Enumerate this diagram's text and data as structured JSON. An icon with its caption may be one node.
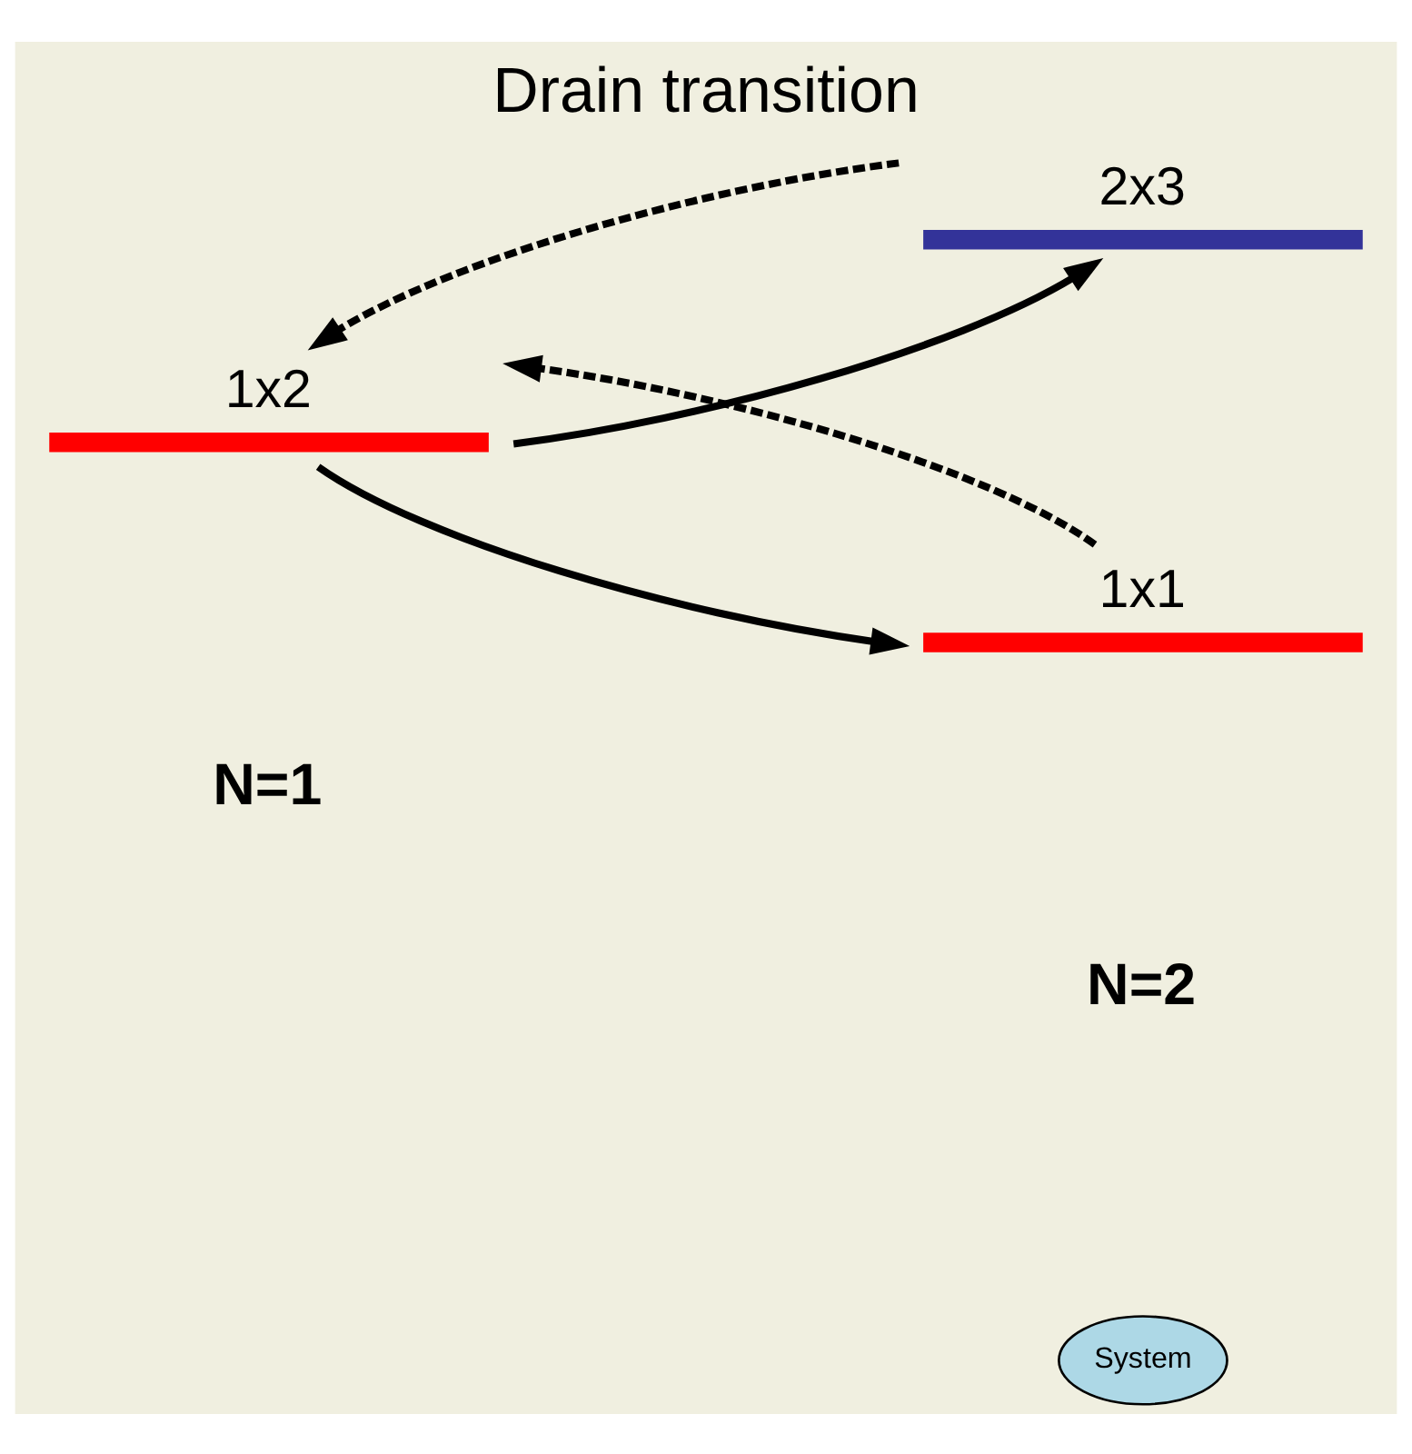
{
  "diagram": {
    "title": "Drain transition",
    "nodes": [
      {
        "text": [
          "1x2"
        ]
      },
      {
        "text": [
          "2x3"
        ]
      },
      {
        "text": [
          "1x1"
        ]
      },
      {
        "text": [
          "System"
        ]
      }
    ],
    "edges": [
      {
        "from": 0,
        "to": 1,
        "arrow": "to"
      },
      {
        "from": 1,
        "to": 0,
        "arrow": "to",
        "style": "dashed"
      },
      {
        "from": 0,
        "to": 2,
        "arrow": "to"
      },
      {
        "from": 2,
        "to": 0,
        "arrow": "to",
        "style": "dashed"
      }
    ],
    "labels": [
      "N=1",
      "N=2"
    ]
  }
}
